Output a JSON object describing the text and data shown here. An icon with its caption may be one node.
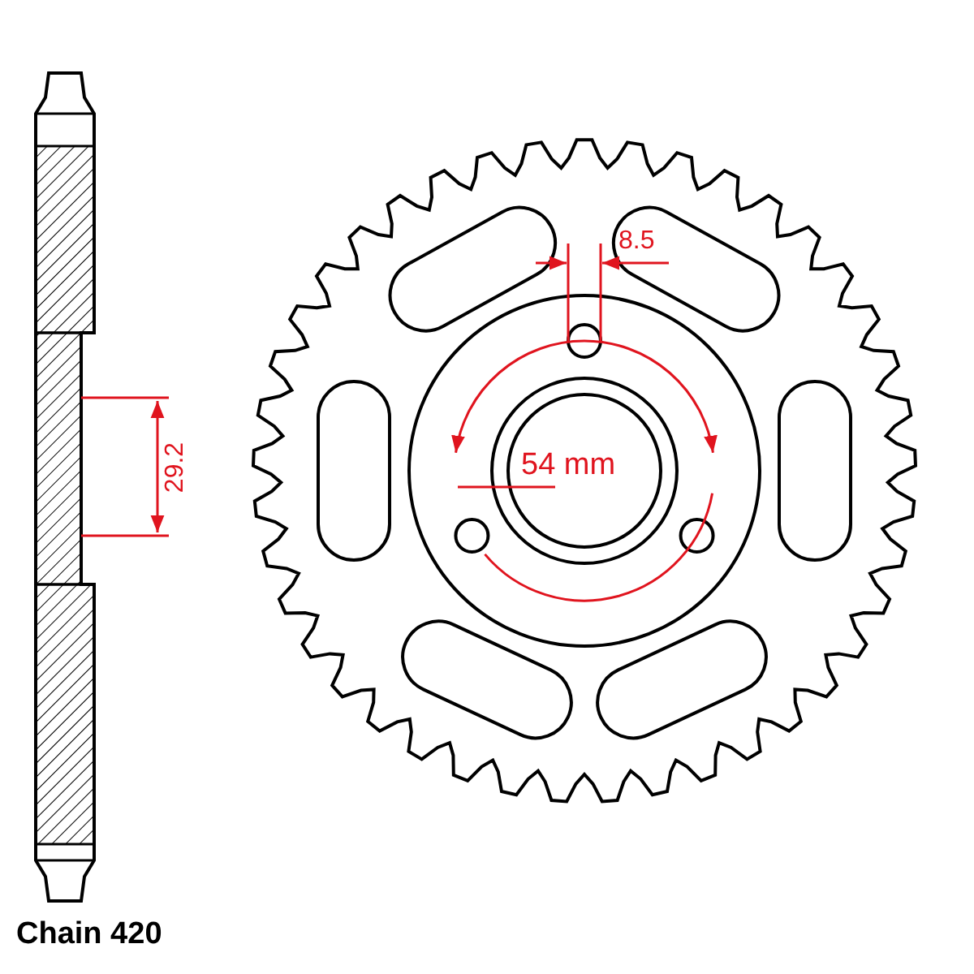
{
  "diagram": {
    "labels": [
      "8.5",
      "29.2",
      "54 mm",
      "Chain 420"
    ]
  }
}
